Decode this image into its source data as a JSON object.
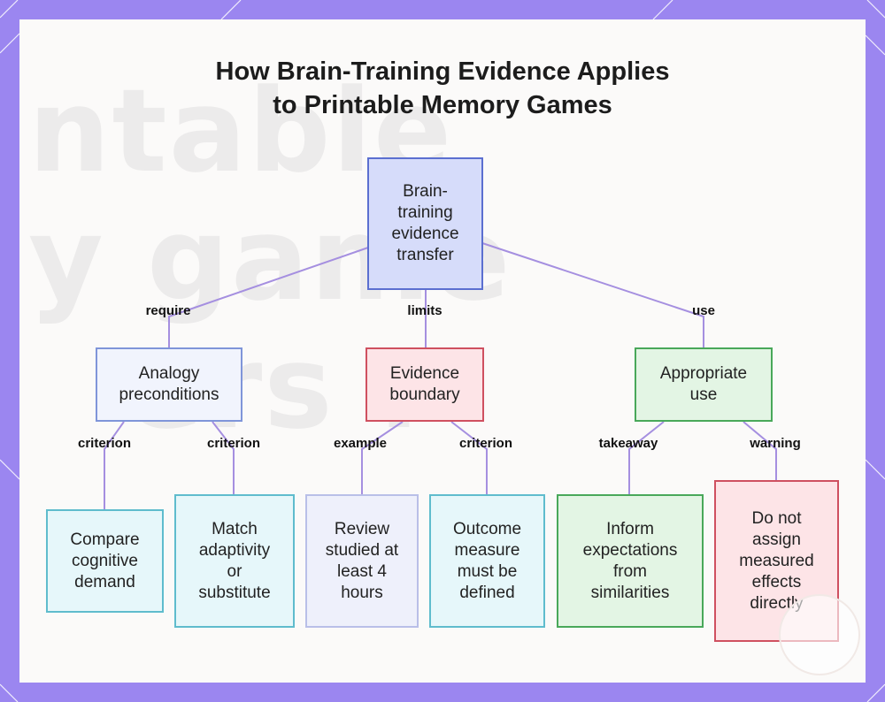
{
  "title": {
    "line1": "How Brain-Training Evidence Applies",
    "line2": "to Printable Memory Games"
  },
  "background_text": [
    "ntable",
    "y game",
    "ers :"
  ],
  "colors": {
    "frame": "#9b86f0",
    "connector": "#a58fe0",
    "root_border": "#5b6fd0",
    "precondition_border": "#7f95d9",
    "boundary_border": "#cf5060",
    "use_border": "#49a85a",
    "leaf_border": "#5fbccd"
  },
  "nodes": {
    "root": [
      "Brain-",
      "training",
      "evidence",
      "transfer"
    ],
    "analogy": [
      "Analogy",
      "preconditions"
    ],
    "evidence": [
      "Evidence",
      "boundary"
    ],
    "appropriate": [
      "Appropriate",
      "use"
    ],
    "compare": [
      "Compare",
      "cognitive",
      "demand"
    ],
    "match": [
      "Match",
      "adaptivity",
      "or",
      "substitute"
    ],
    "review": [
      "Review",
      "studied at",
      "least 4",
      "hours"
    ],
    "outcome": [
      "Outcome",
      "measure",
      "must be",
      "defined"
    ],
    "inform": [
      "Inform",
      "expectations",
      "from",
      "similarities"
    ],
    "donot": [
      "Do not",
      "assign",
      "measured",
      "effects",
      "directly"
    ]
  },
  "edges": {
    "require": "require",
    "limits": "limits",
    "use": "use",
    "criterion_a": "criterion",
    "criterion_b": "criterion",
    "example": "example",
    "criterion_c": "criterion",
    "takeaway": "takeaway",
    "warning": "warning"
  }
}
